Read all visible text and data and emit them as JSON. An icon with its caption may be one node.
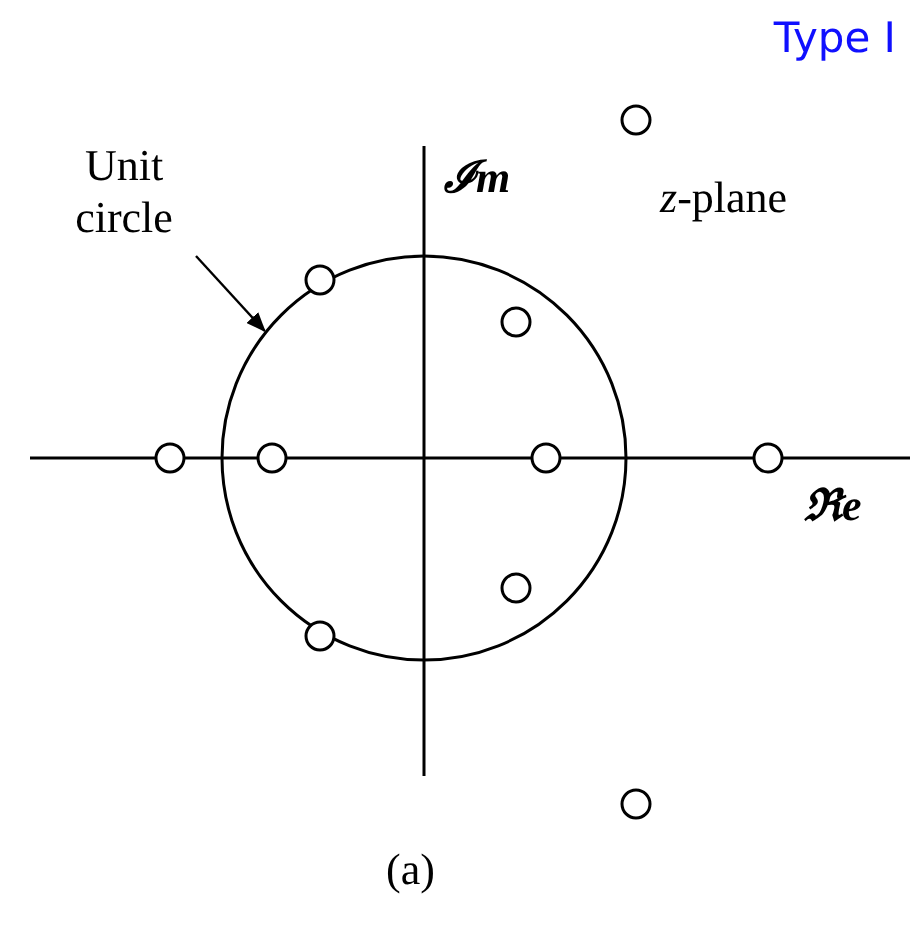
{
  "diagram": {
    "nodes": [
      {
        "text": [
          "Unit circle"
        ]
      },
      {
        "text": [],
        "shape": "circle"
      }
    ],
    "edges": [
      {
        "from": 0,
        "to": 1,
        "arrow": "to"
      }
    ],
    "labels": [
      "Type I",
      "ℐm",
      "*z*-plane",
      "ℜe",
      "(a)"
    ]
  }
}
